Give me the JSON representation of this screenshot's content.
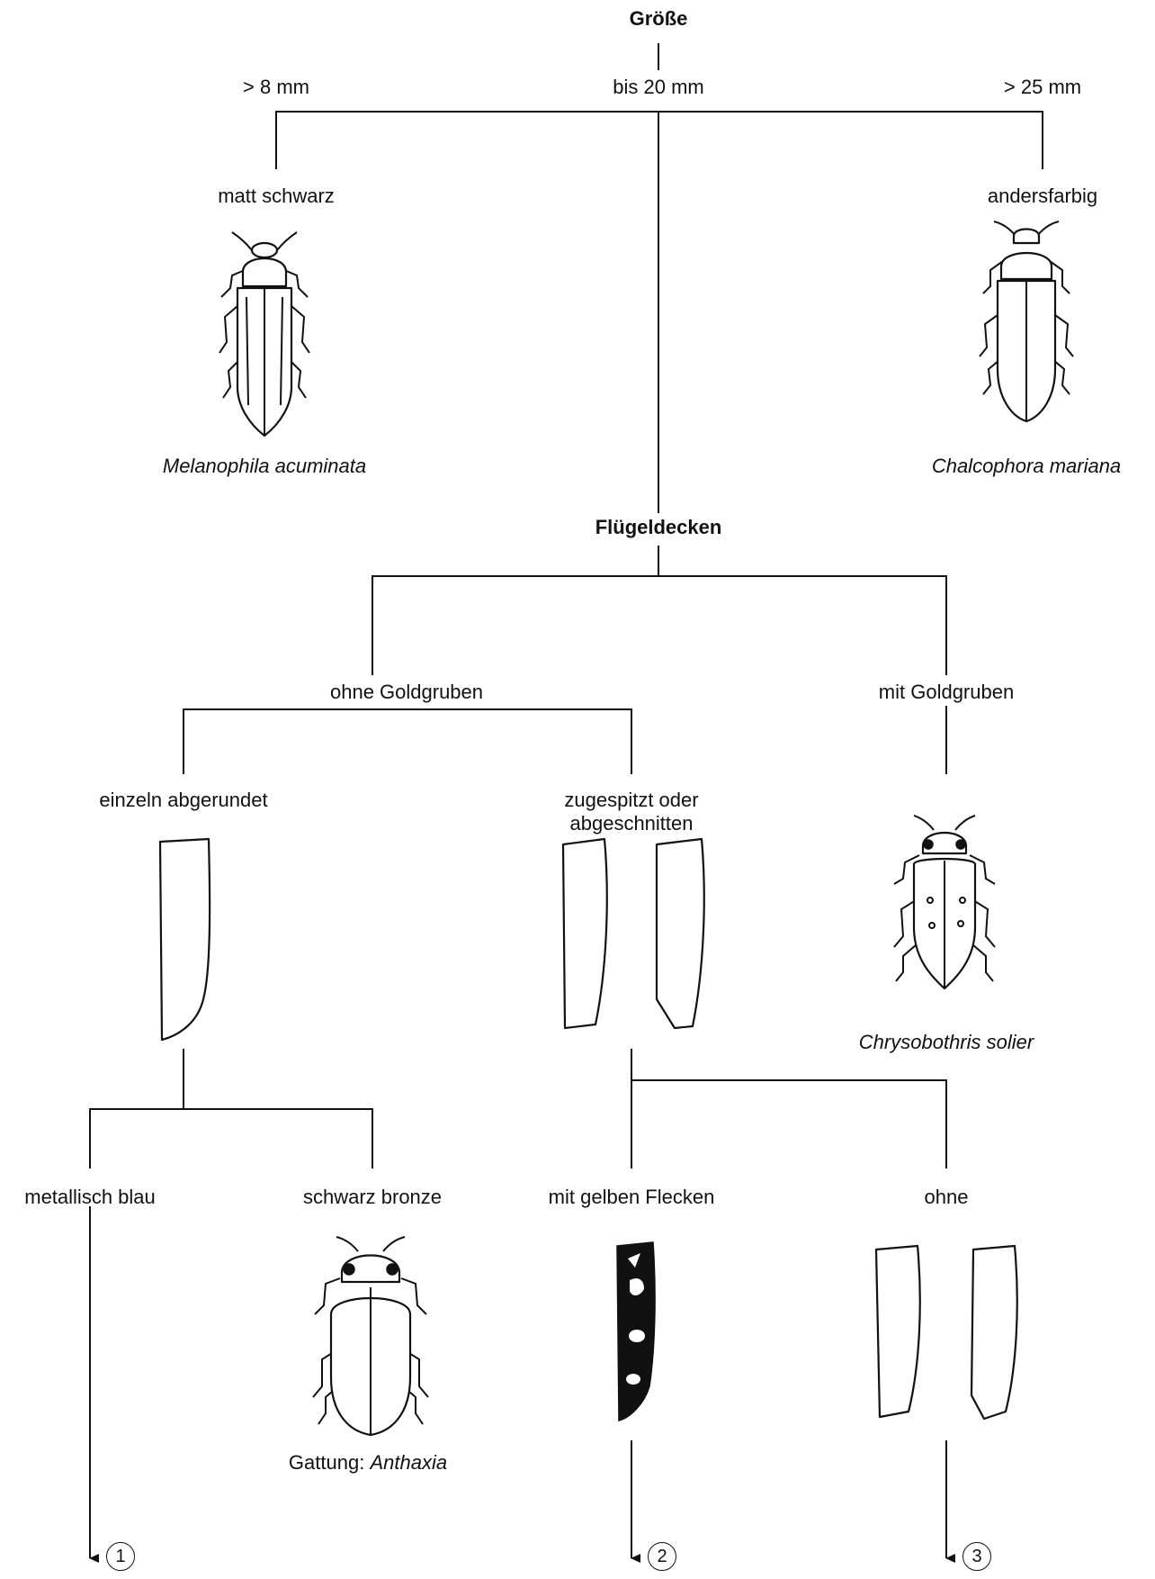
{
  "nodes": {
    "size_title": "Größe",
    "size_small": "> 8 mm",
    "size_mid": "bis 20 mm",
    "size_large": "> 25 mm",
    "matt_black": "matt schwarz",
    "other_color": "andersfarbig",
    "species_melanophila": "Melanophila acuminata",
    "species_chalcophora": "Chalcophora mariana",
    "elytra_title": "Flügeldecken",
    "without_gold_pits": "ohne Goldgruben",
    "with_gold_pits": "mit Goldgruben",
    "individually_rounded": "einzeln abgerundet",
    "pointed_or_cut_line1": "zugespitzt oder",
    "pointed_or_cut_line2": "abgeschnitten",
    "species_chrysobothris": "Chrysobothris solier",
    "metallic_blue": "metallisch blau",
    "black_bronze": "schwarz bronze",
    "with_yellow_spots": "mit gelben Flecken",
    "without": "ohne",
    "genus_prefix": "Gattung: ",
    "genus_name": "Anthaxia"
  },
  "markers": [
    "1",
    "2",
    "3"
  ]
}
